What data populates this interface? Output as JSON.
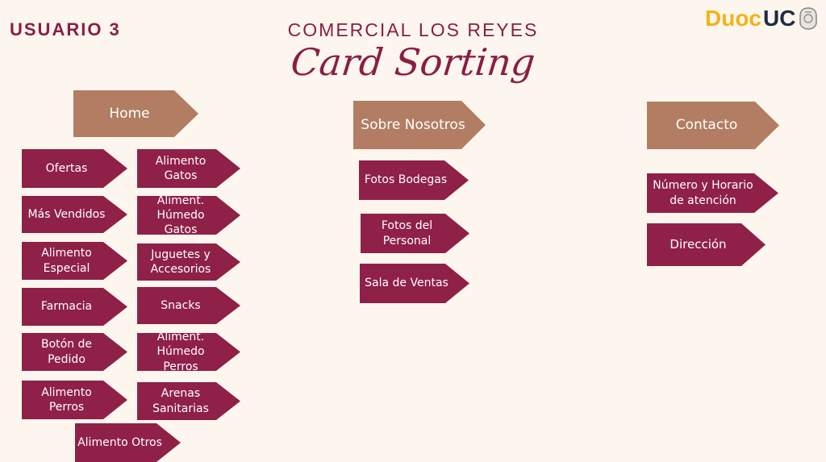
{
  "header": {
    "user_label": "USUARIO 3",
    "company": "COMERCIAL LOS REYES",
    "title": "Card Sorting",
    "logo": {
      "part1": "Duoc",
      "part2": "UC",
      "icon": "seal-icon"
    }
  },
  "colors": {
    "background": "#fdf6ef",
    "accent": "#8b1e44",
    "category_card": "#b27d63",
    "item_card": "#8f2048",
    "logo_yellow": "#f2b318",
    "logo_navy": "#1f2a44"
  },
  "categories": [
    {
      "label": "Home",
      "items": [
        "Ofertas",
        "Alimento Gatos",
        "Más Vendidos",
        "Aliment. Húmedo Gatos",
        "Alimento Especial",
        "Juguetes y Accesorios",
        "Farmacia",
        "Snacks",
        "Botón de Pedido",
        "Aliment. Húmedo Perros",
        "Alimento Perros",
        "Arenas Sanitarias",
        "Alimento Otros"
      ]
    },
    {
      "label": "Sobre Nosotros",
      "items": [
        "Fotos Bodegas",
        "Fotos del Personal",
        "Sala de Ventas"
      ]
    },
    {
      "label": "Contacto",
      "items": [
        "Número y Horario de atención",
        "Dirección"
      ]
    }
  ]
}
